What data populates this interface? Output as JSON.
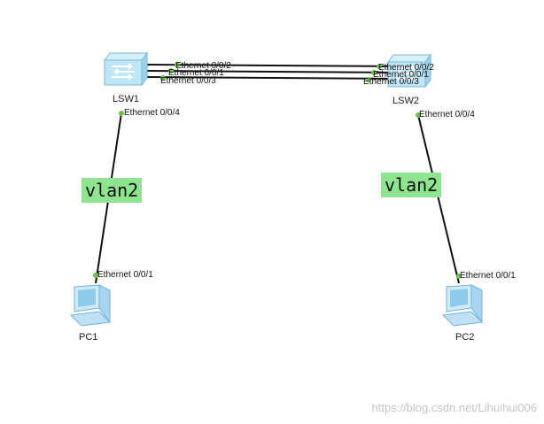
{
  "devices": {
    "lsw1": {
      "label": "LSW1",
      "type": "switch"
    },
    "lsw2": {
      "label": "LSW2",
      "type": "switch"
    },
    "pc1": {
      "label": "PC1",
      "type": "pc"
    },
    "pc2": {
      "label": "PC2",
      "type": "pc"
    }
  },
  "ports": {
    "lsw1_e002": "Ethernet 0/0/2",
    "lsw1_e001": "Ethernet 0/0/1",
    "lsw1_e003": "Ethernet 0/0/3",
    "lsw1_e004": "Ethernet 0/0/4",
    "lsw2_e002": "Ethernet 0/0/2",
    "lsw2_e001": "Ethernet 0/0/1",
    "lsw2_e003": "Ethernet 0/0/3",
    "lsw2_e004": "Ethernet 0/0/4",
    "pc1_e001": "Ethernet 0/0/1",
    "pc2_e001": "Ethernet 0/0/1"
  },
  "annotations": {
    "vlan_left": "vlan2",
    "vlan_right": "vlan2"
  },
  "links": [
    {
      "from": "LSW1 Ethernet 0/0/2",
      "to": "LSW2 Ethernet 0/0/2"
    },
    {
      "from": "LSW1 Ethernet 0/0/1",
      "to": "LSW2 Ethernet 0/0/1"
    },
    {
      "from": "LSW1 Ethernet 0/0/3",
      "to": "LSW2 Ethernet 0/0/3"
    },
    {
      "from": "LSW1 Ethernet 0/0/4",
      "to": "PC1 Ethernet 0/0/1"
    },
    {
      "from": "LSW2 Ethernet 0/0/4",
      "to": "PC2 Ethernet 0/0/1"
    }
  ],
  "colors": {
    "port_dot": "#6dc24a",
    "link": "#111111",
    "vlan_bg": "#8fe48f",
    "switch_body": "#bfe6f7",
    "pc_body": "#a8d4f0"
  },
  "watermark": "https://blog.csdn.net/Lihuihui006"
}
